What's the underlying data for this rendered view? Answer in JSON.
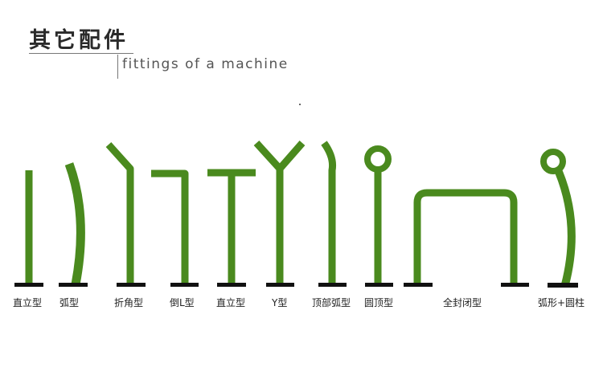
{
  "header": {
    "title": "其它配件",
    "subtitle": "fittings of a machine"
  },
  "colors": {
    "tube": "#4a8a1e",
    "tube_dark": "#3f7a18",
    "base": "#111111"
  },
  "fittings": [
    {
      "label": "直立型"
    },
    {
      "label": "弧型"
    },
    {
      "label": "折角型"
    },
    {
      "label": "倒L型"
    },
    {
      "label": "直立型"
    },
    {
      "label": "Y型"
    },
    {
      "label": "顶部弧型"
    },
    {
      "label": "圆顶型"
    },
    {
      "label": "全封闭型"
    },
    {
      "label": "弧形+圆柱"
    }
  ]
}
